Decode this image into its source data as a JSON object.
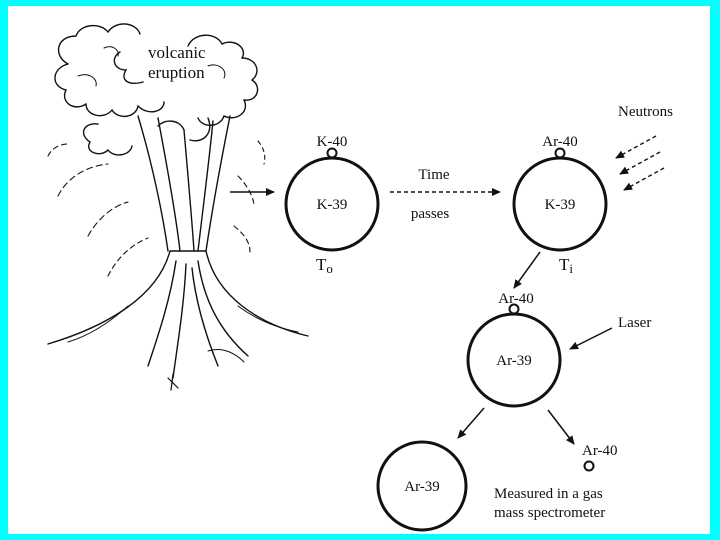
{
  "colors": {
    "background": "#00ffff",
    "frame": "#ffffff",
    "ink": "#111111"
  },
  "volcano": {
    "label_line1": "volcanic",
    "label_line2": "eruption"
  },
  "stage1": {
    "top_isotope": "K-40",
    "inner": "K-39",
    "time_label": "T",
    "time_sub": "o"
  },
  "transition": {
    "line1": "Time",
    "line2": "passes"
  },
  "stage2": {
    "top_isotope": "Ar-40",
    "inner": "K-39",
    "time_label": "T",
    "time_sub": "i",
    "neutrons": "Neutrons"
  },
  "stage3": {
    "top_isotope": "Ar-40",
    "inner": "Ar-39",
    "laser": "Laser"
  },
  "stage4": {
    "left_inner": "Ar-39",
    "right_isotope": "Ar-40",
    "caption_line1": "Measured in a gas",
    "caption_line2": "mass spectrometer"
  }
}
